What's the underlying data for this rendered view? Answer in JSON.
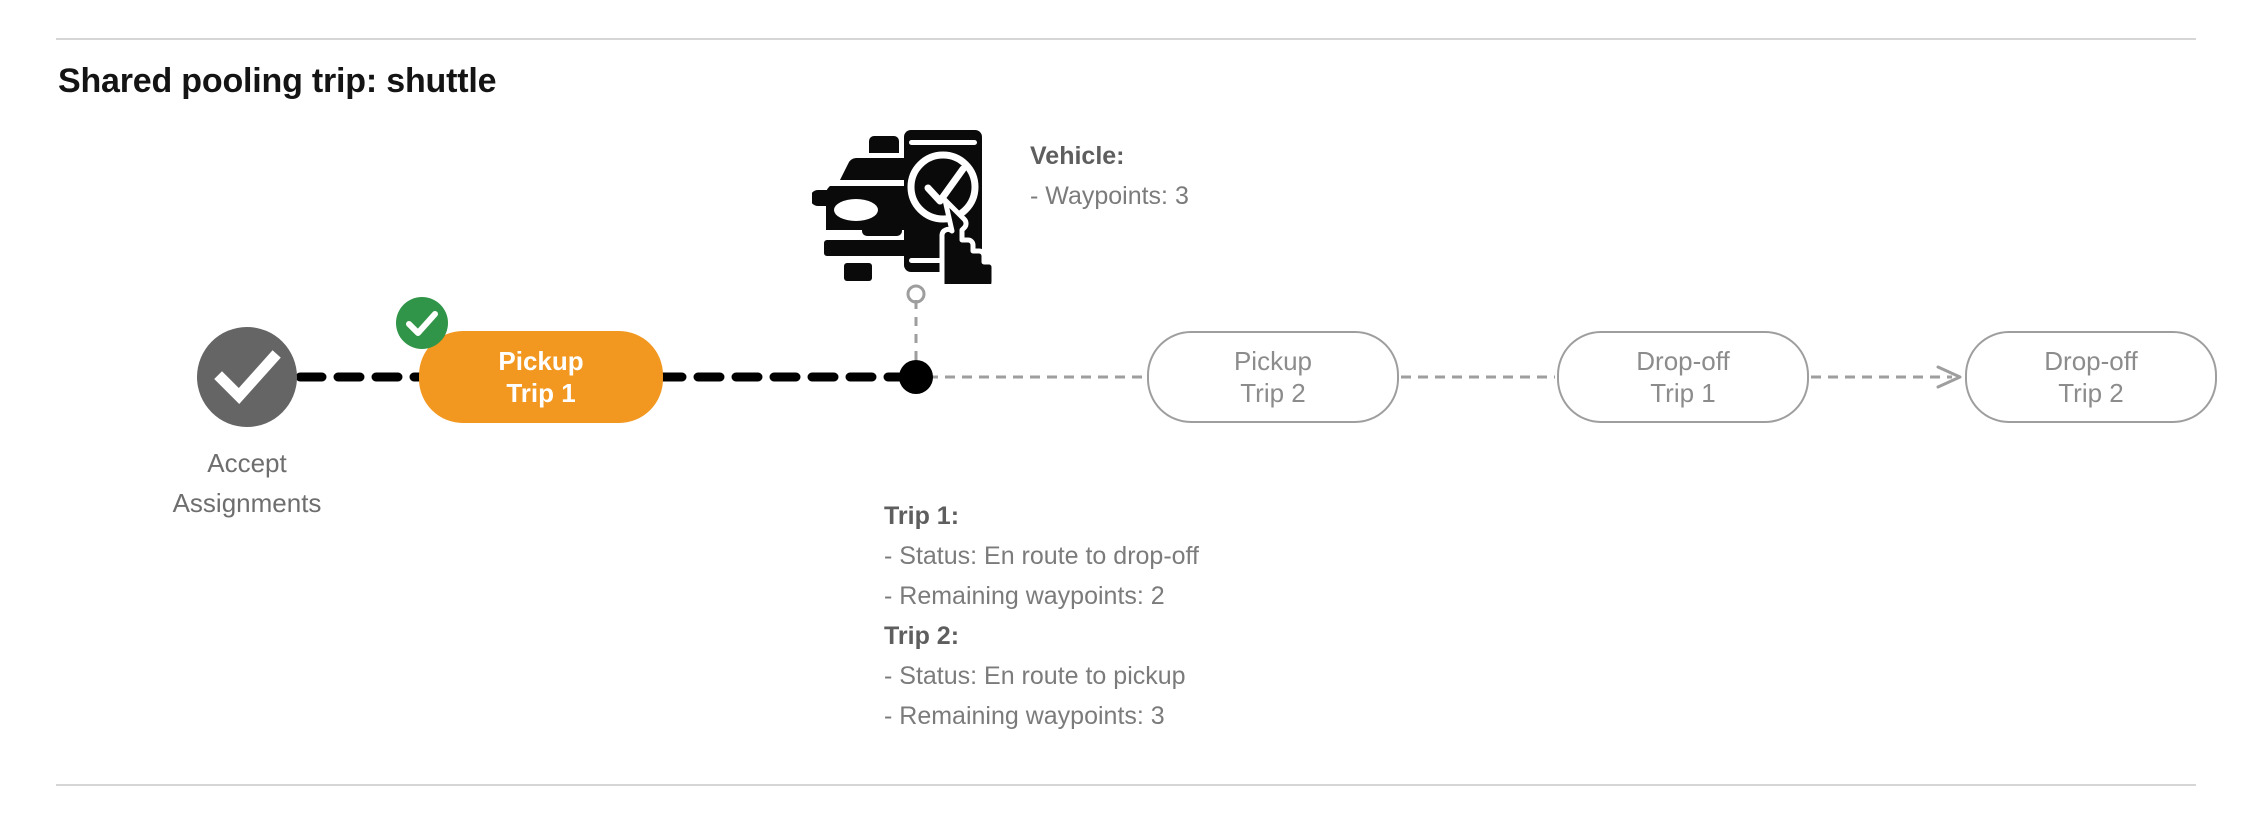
{
  "page": {
    "title": "Shared pooling trip: shuttle"
  },
  "timeline": {
    "start_node": {
      "icon": "check-circle-filled-icon",
      "label_line_1": "Accept",
      "label_line_2": "Assignments",
      "color": "#656565"
    },
    "nodes": [
      {
        "id": "pickup-trip-1",
        "line_1": "Pickup",
        "line_2": "Trip 1",
        "state": "completed",
        "fill": "#F2971F",
        "text_color": "#ffffff",
        "badge": "green-check-badge"
      },
      {
        "id": "pickup-trip-2",
        "line_1": "Pickup",
        "line_2": "Trip 2",
        "state": "pending",
        "fill": "#ffffff",
        "text_color": "#8c8c8c",
        "border_color": "#9e9e9e"
      },
      {
        "id": "dropoff-trip-1",
        "line_1": "Drop-off",
        "line_2": "Trip 1",
        "state": "pending",
        "fill": "#ffffff",
        "text_color": "#8c8c8c",
        "border_color": "#9e9e9e"
      },
      {
        "id": "dropoff-trip-2",
        "line_1": "Drop-off",
        "line_2": "Trip 2",
        "state": "pending",
        "fill": "#ffffff",
        "text_color": "#8c8c8c",
        "border_color": "#9e9e9e"
      }
    ],
    "current_position_marker": "black-dot-marker",
    "traveled_path_color": "#000000",
    "remaining_path_color": "#9e9e9e"
  },
  "vehicle_icon": {
    "name": "car-with-phone-check-icon"
  },
  "annotations": {
    "vehicle": {
      "heading": "Vehicle",
      "heading_suffix": ":",
      "lines": [
        "- Waypoints: 3"
      ]
    },
    "trips": [
      {
        "heading": "Trip 1",
        "heading_suffix": ":",
        "lines": [
          "- Status:  En route to drop-off",
          "- Remaining waypoints: 2"
        ]
      },
      {
        "heading": "Trip 2",
        "heading_suffix": ":",
        "lines": [
          "- Status:  En route to pickup",
          "- Remaining waypoints: 3"
        ]
      }
    ]
  },
  "colors": {
    "active": "#F2971F",
    "done_badge": "#309548",
    "neutral_dark": "#656565",
    "neutral_light": "#9e9e9e",
    "rule": "#d6d6d6"
  }
}
